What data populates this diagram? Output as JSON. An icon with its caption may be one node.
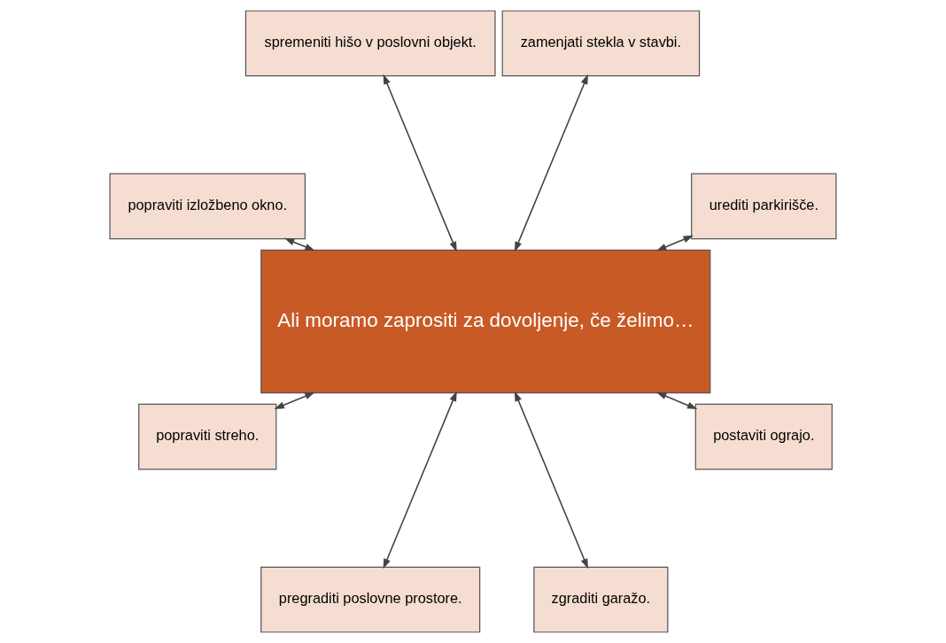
{
  "diagram": {
    "nodes": [
      {
        "text": [
          "urediti parkirišče."
        ]
      },
      {
        "text": [
          "zamenjati stekla v stavbi."
        ]
      },
      {
        "text": [
          "spremeniti hišo v poslovni objekt."
        ]
      },
      {
        "text": [
          "popraviti izložbeno okno."
        ]
      },
      {
        "text": [
          "Ali moramo zaprositi za dovoljenje, če želimo…"
        ]
      },
      {
        "text": [
          "popraviti streho."
        ]
      },
      {
        "text": [
          "pregraditi poslovne prostore."
        ]
      },
      {
        "text": [
          "zgraditi garažo."
        ]
      },
      {
        "text": [
          "postaviti ograjo."
        ]
      }
    ],
    "edges": [
      {
        "from": 4,
        "to": 0,
        "arrow": "both"
      },
      {
        "from": 4,
        "to": 2,
        "arrow": "both"
      },
      {
        "from": 4,
        "to": 5,
        "arrow": "both"
      },
      {
        "from": 4,
        "to": 7,
        "arrow": "both"
      },
      {
        "from": 4,
        "to": 8,
        "arrow": "both"
      },
      {
        "from": 4,
        "to": 6,
        "arrow": "both"
      },
      {
        "from": 4,
        "to": 3,
        "arrow": "both"
      },
      {
        "from": 4,
        "to": 1,
        "arrow": "both"
      }
    ]
  }
}
